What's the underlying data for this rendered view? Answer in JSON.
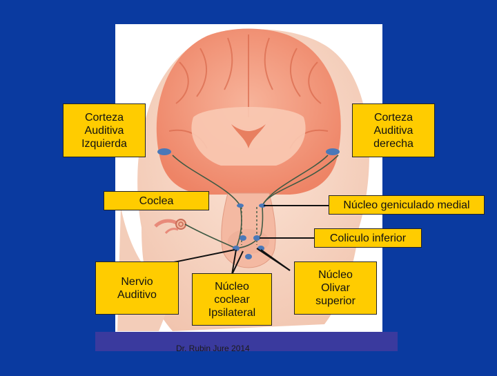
{
  "labels": {
    "left_cortex": "Corteza\nAuditiva\nIzquierda",
    "right_cortex": "Corteza\nAuditiva\nderecha",
    "cochlea": "Coclea",
    "mgn": "Núcleo geniculado medial",
    "inferior_colliculus": "Coliculo inferior",
    "auditory_nerve": "Nervio\nAuditivo",
    "cochlear_nucleus": "Núcleo\ncoclear\nIpsilateral",
    "superior_olive": "Núcleo\nOlivar\nsuperior"
  },
  "credit": "Dr. Rubin Jure 2014",
  "colors": {
    "background": "#0a3aa0",
    "label_fill": "#ffcc00",
    "brain": "#f0987a",
    "skin": "#f7d7c7"
  }
}
